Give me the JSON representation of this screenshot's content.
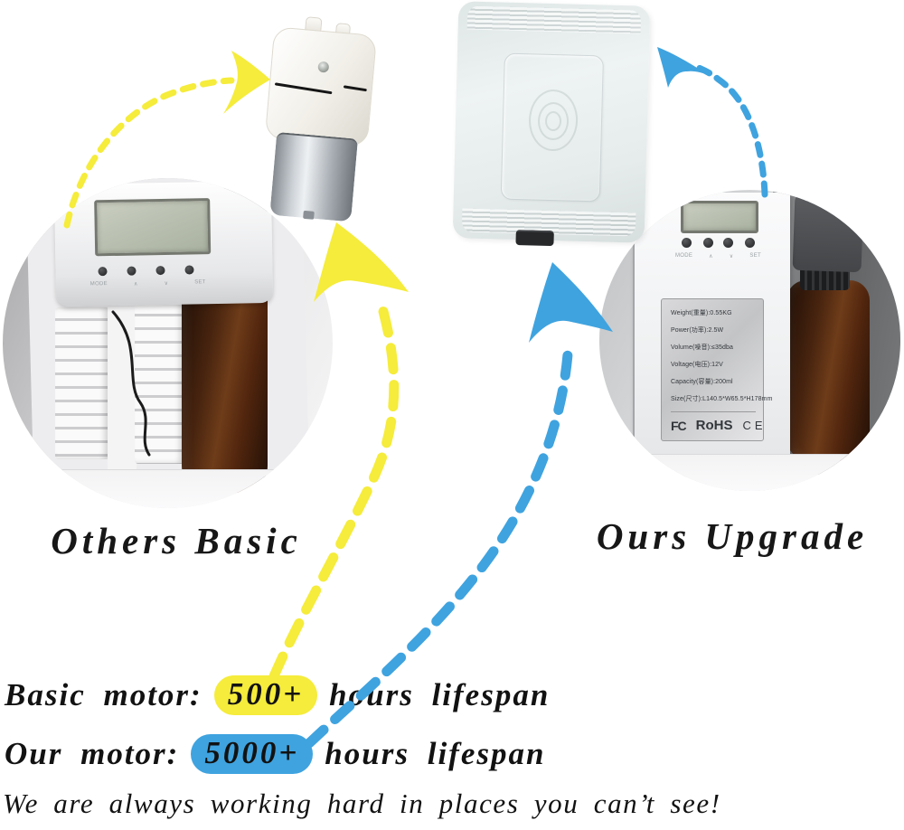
{
  "colors": {
    "highlight_yellow": "#F5EC3B",
    "highlight_blue": "#3FA3DF",
    "text": "#141414"
  },
  "machine_buttons": [
    "MODE",
    "∧",
    "∨",
    "SET"
  ],
  "left_photo": {
    "label": "Others Basic"
  },
  "right_photo": {
    "label": "Ours Upgrade",
    "spec_label": {
      "lines": [
        "Weight(重量):0.55KG",
        "Power(功率):2.5W",
        "Volume(噪音):≤35dba",
        "Voltage(电压):12V",
        "Capacity(容量):200ml",
        "Size(尺寸):L140.5*W65.5*H178mm"
      ],
      "certs": [
        "FC",
        "RoHS",
        "CE"
      ]
    }
  },
  "bottom": {
    "line1": {
      "prefix": "Basic motor:",
      "highlight": "500+",
      "suffix": "hours lifespan"
    },
    "line2": {
      "prefix": "Our motor:",
      "highlight": "5000+",
      "suffix": "hours lifespan"
    },
    "line3": "We are always working hard in places you can’t see!"
  }
}
